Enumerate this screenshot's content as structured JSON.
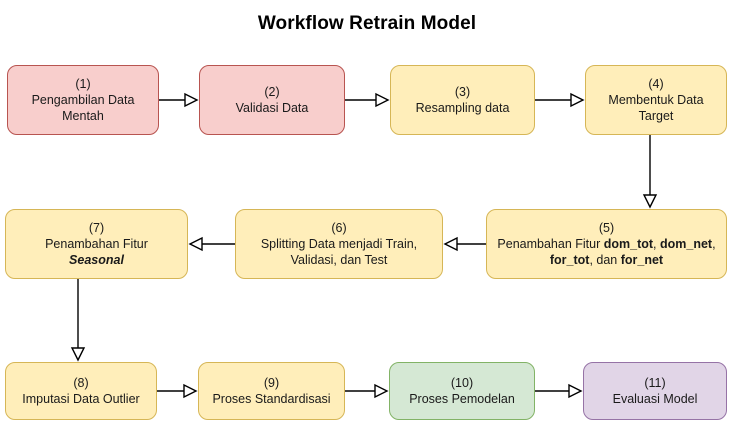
{
  "title": "Workflow Retrain Model",
  "colors": {
    "pink_fill": "#f8cecc",
    "pink_stroke": "#b85450",
    "yellow_fill": "#ffeeba",
    "yellow_stroke": "#d6b656",
    "green_fill": "#d5e8d4",
    "green_stroke": "#82b366",
    "purple_fill": "#e1d5e7",
    "purple_stroke": "#9673a6",
    "edge_stroke": "#000000",
    "background": "#ffffff"
  },
  "nodes": [
    {
      "id": "node-1",
      "number": "(1)",
      "label": "Pengambilan Data Mentah",
      "line1": "Pengambilan Data",
      "line2": "Mentah",
      "color": "pink"
    },
    {
      "id": "node-2",
      "number": "(2)",
      "label": "Validasi Data",
      "line1": "Validasi Data",
      "line2": "",
      "color": "pink"
    },
    {
      "id": "node-3",
      "number": "(3)",
      "label": "Resampling data",
      "line1": "Resampling data",
      "line2": "",
      "color": "yellow"
    },
    {
      "id": "node-4",
      "number": "(4)",
      "label": "Membentuk Data Target",
      "line1": "Membentuk Data",
      "line2": "Target",
      "color": "yellow"
    },
    {
      "id": "node-5",
      "number": "(5)",
      "label": "Penambahan Fitur dom_tot, dom_net, for_tot, dan for_net",
      "color": "yellow",
      "rich": true,
      "features": [
        "dom_tot",
        "dom_net",
        "for_tot",
        "for_net"
      ],
      "prefix": "Penambahan Fitur ",
      "conjunction": "dan"
    },
    {
      "id": "node-6",
      "number": "(6)",
      "label": "Splitting Data menjadi Train, Validasi, dan Test",
      "line1": "Splitting Data menjadi Train,",
      "line2": "Validasi, dan Test",
      "color": "yellow"
    },
    {
      "id": "node-7",
      "number": "(7)",
      "label": "Penambahan Fitur Seasonal",
      "line1": "Penambahan Fitur",
      "line2": "Seasonal",
      "emphasis": "Seasonal",
      "color": "yellow"
    },
    {
      "id": "node-8",
      "number": "(8)",
      "label": "Imputasi Data Outlier",
      "line1": "Imputasi Data Outlier",
      "line2": "",
      "color": "yellow"
    },
    {
      "id": "node-9",
      "number": "(9)",
      "label": "Proses Standardisasi",
      "line1": "Proses Standardisasi",
      "line2": "",
      "color": "yellow"
    },
    {
      "id": "node-10",
      "number": "(10)",
      "label": "Proses Pemodelan",
      "line1": "Proses Pemodelan",
      "line2": "",
      "color": "green"
    },
    {
      "id": "node-11",
      "number": "(11)",
      "label": "Evaluasi Model",
      "line1": "Evaluasi Model",
      "line2": "",
      "color": "purple"
    }
  ],
  "edges": [
    {
      "id": "edge-1-2",
      "from": "node-1",
      "to": "node-2",
      "direction": "right"
    },
    {
      "id": "edge-2-3",
      "from": "node-2",
      "to": "node-3",
      "direction": "right"
    },
    {
      "id": "edge-3-4",
      "from": "node-3",
      "to": "node-4",
      "direction": "right"
    },
    {
      "id": "edge-4-5",
      "from": "node-4",
      "to": "node-5",
      "direction": "down"
    },
    {
      "id": "edge-5-6",
      "from": "node-5",
      "to": "node-6",
      "direction": "left"
    },
    {
      "id": "edge-6-7",
      "from": "node-6",
      "to": "node-7",
      "direction": "left"
    },
    {
      "id": "edge-7-8",
      "from": "node-7",
      "to": "node-8",
      "direction": "down"
    },
    {
      "id": "edge-8-9",
      "from": "node-8",
      "to": "node-9",
      "direction": "right"
    },
    {
      "id": "edge-9-10",
      "from": "node-9",
      "to": "node-10",
      "direction": "right"
    },
    {
      "id": "edge-10-11",
      "from": "node-10",
      "to": "node-11",
      "direction": "right"
    }
  ]
}
